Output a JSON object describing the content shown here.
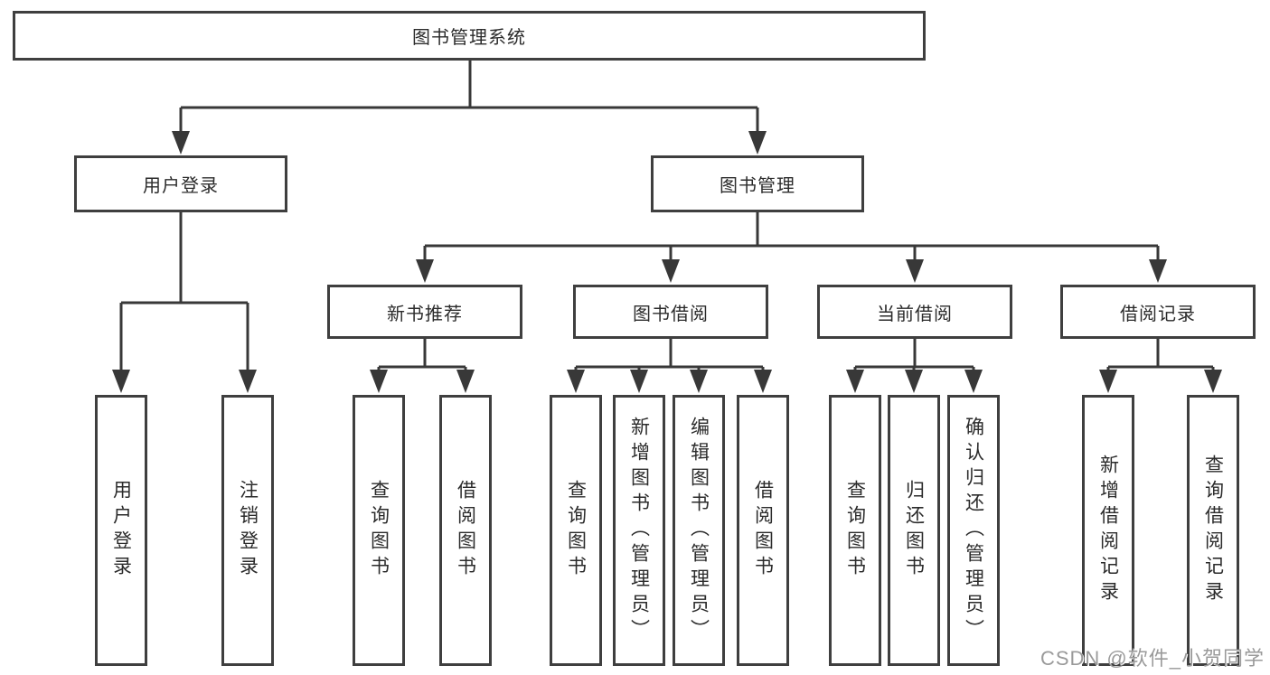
{
  "tree": {
    "root": "图书管理系统",
    "branches": [
      {
        "label": "用户登录",
        "children": [
          "用户登录",
          "注销登录"
        ]
      },
      {
        "label": "图书管理",
        "sections": [
          {
            "label": "新书推荐",
            "children": [
              "查询图书",
              "借阅图书"
            ]
          },
          {
            "label": "图书借阅",
            "children": [
              "查询图书",
              "新增图书（管理员）",
              "编辑图书（管理员）",
              "借阅图书"
            ]
          },
          {
            "label": "当前借阅",
            "children": [
              "查询图书",
              "归还图书",
              "确认归还（管理员）"
            ]
          },
          {
            "label": "借阅记录",
            "children": [
              "新增借阅记录",
              "查询借阅记录"
            ]
          }
        ]
      }
    ]
  },
  "watermark": {
    "text": "CSDN @软件_小贺同学"
  },
  "colors": {
    "line": "#383838",
    "box_border": "#3f3f3f",
    "text": "#2b2b2b",
    "watermark": "#9a9a9a",
    "background": "#ffffff"
  }
}
